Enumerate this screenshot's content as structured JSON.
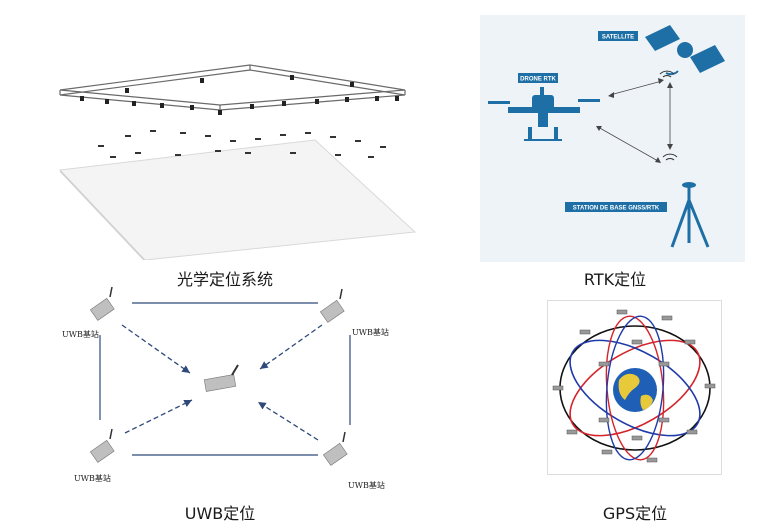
{
  "panels": {
    "optical": {
      "caption": "光学定位系统"
    },
    "rtk": {
      "caption": "RTK定位",
      "labels": {
        "satellite": "SATELLITE",
        "drone": "DRONE RTK",
        "station": "STATION DE BASE GNSS/RTK"
      },
      "colors": {
        "background": "#eef3f8",
        "accent": "#1e6fa5"
      }
    },
    "uwb": {
      "caption": "UWB定位",
      "anchor_labels": [
        "UWB基站",
        "UWB基站",
        "UWB基站",
        "UWB基站"
      ],
      "colors": {
        "solid_line": "#2f4a7a",
        "dashed_arrow": "#2f4a7a"
      }
    },
    "gps": {
      "caption": "GPS定位",
      "colors": {
        "orbit_red": "#d4232a",
        "orbit_blue": "#1f3aa8",
        "orbit_black": "#111111",
        "globe_ocean": "#1f5fb5",
        "globe_land": "#e8c93a"
      }
    }
  }
}
